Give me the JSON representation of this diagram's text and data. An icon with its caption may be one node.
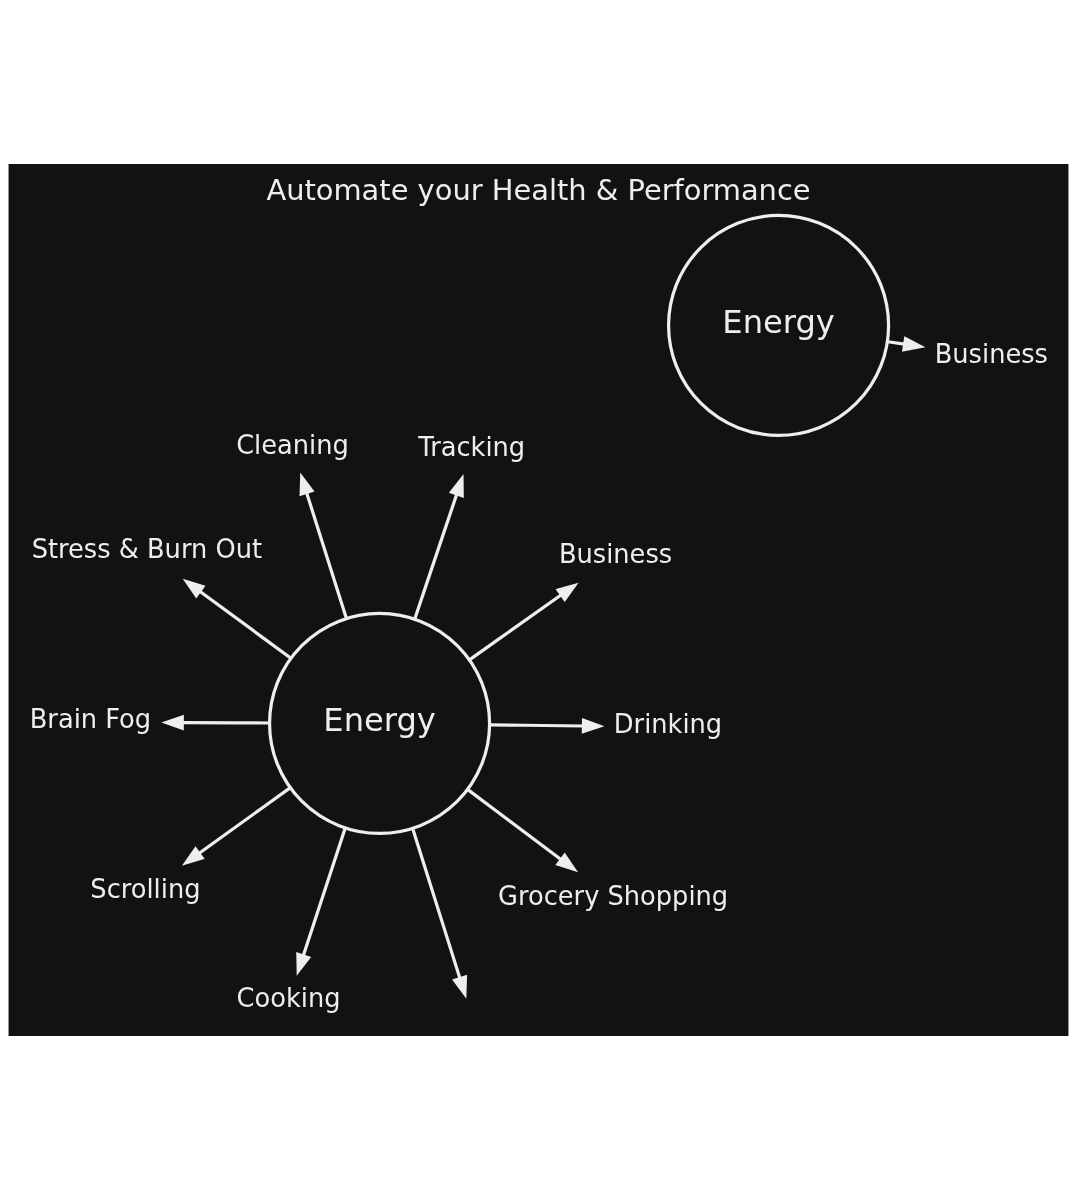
{
  "diagram": {
    "title": "Automate your Health & Performance",
    "nodes": [
      {
        "text": [
          "Energy"
        ]
      },
      {
        "text": [
          "Business"
        ]
      },
      {
        "text": [
          "Cooking"
        ]
      },
      {
        "text": [
          "Cleaning"
        ]
      },
      {
        "text": [
          "Tracking"
        ]
      },
      {
        "text": [
          "Stress & Burn Out"
        ]
      },
      {
        "text": [
          "Brain Fog"
        ]
      },
      {
        "text": [
          "Drinking"
        ]
      },
      {
        "text": [
          "Scrolling"
        ]
      },
      {
        "text": [
          "Grocery Shopping"
        ]
      },
      {
        "text": [
          "Energy"
        ]
      },
      {
        "text": [
          "Business"
        ]
      }
    ],
    "edges": [
      {
        "from": 0,
        "to": 1,
        "arrow": "to"
      },
      {
        "from": 0,
        "to": 2,
        "arrow": "to"
      },
      {
        "from": 0,
        "to": 3,
        "arrow": "to"
      },
      {
        "from": 0,
        "to": 4,
        "arrow": "to"
      },
      {
        "from": 0,
        "to": 5,
        "arrow": "to"
      },
      {
        "from": 0,
        "to": 6,
        "arrow": "to"
      },
      {
        "from": 0,
        "to": 7,
        "arrow": "to"
      },
      {
        "from": 0,
        "to": 8,
        "arrow": "to"
      },
      {
        "from": 0,
        "to": null,
        "arrow": "to"
      },
      {
        "from": 0,
        "to": 9,
        "arrow": "to"
      },
      {
        "from": 10,
        "to": 11,
        "arrow": "to"
      }
    ]
  }
}
